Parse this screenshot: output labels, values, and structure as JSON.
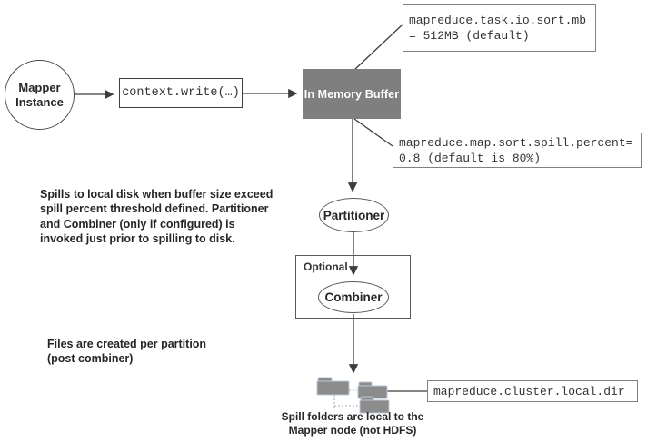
{
  "colors": {
    "buffer_fill": "#7f7f7f",
    "connector": "#3d3d3d",
    "folder_fill": "#8c8c8c",
    "folder_stroke": "#b9c8da",
    "dotted_connector": "#b9b9b9"
  },
  "nodes": {
    "mapper_instance": {
      "line1": "Mapper",
      "line2": "Instance"
    },
    "context_write": {
      "label": "context.write(…)"
    },
    "in_memory_buffer": {
      "label": "In Memory Buffer"
    },
    "partitioner": {
      "label": "Partitioner"
    },
    "optional_group": {
      "label": "Optional"
    },
    "combiner": {
      "label": "Combiner"
    }
  },
  "callouts": {
    "sort_mb": {
      "line1": "mapreduce.task.io.sort.mb",
      "line2": "= 512MB (default)"
    },
    "spill_percent": {
      "line1": "mapreduce.map.sort.spill.percent=",
      "line2": "0.8 (default is 80%)"
    },
    "local_dir": {
      "label": "mapreduce.cluster.local.dir"
    }
  },
  "notes": {
    "spill_lines": [
      "Spills to local disk when buffer size exceed",
      "spill percent threshold defined. Partitioner",
      "and Combiner (only if configured) is",
      "invoked just prior to spilling to disk."
    ],
    "files_lines": [
      "Files are created per partition",
      "(post combiner)"
    ],
    "folders_caption_lines": [
      "Spill folders are local to the",
      "Mapper node (not HDFS)"
    ]
  }
}
